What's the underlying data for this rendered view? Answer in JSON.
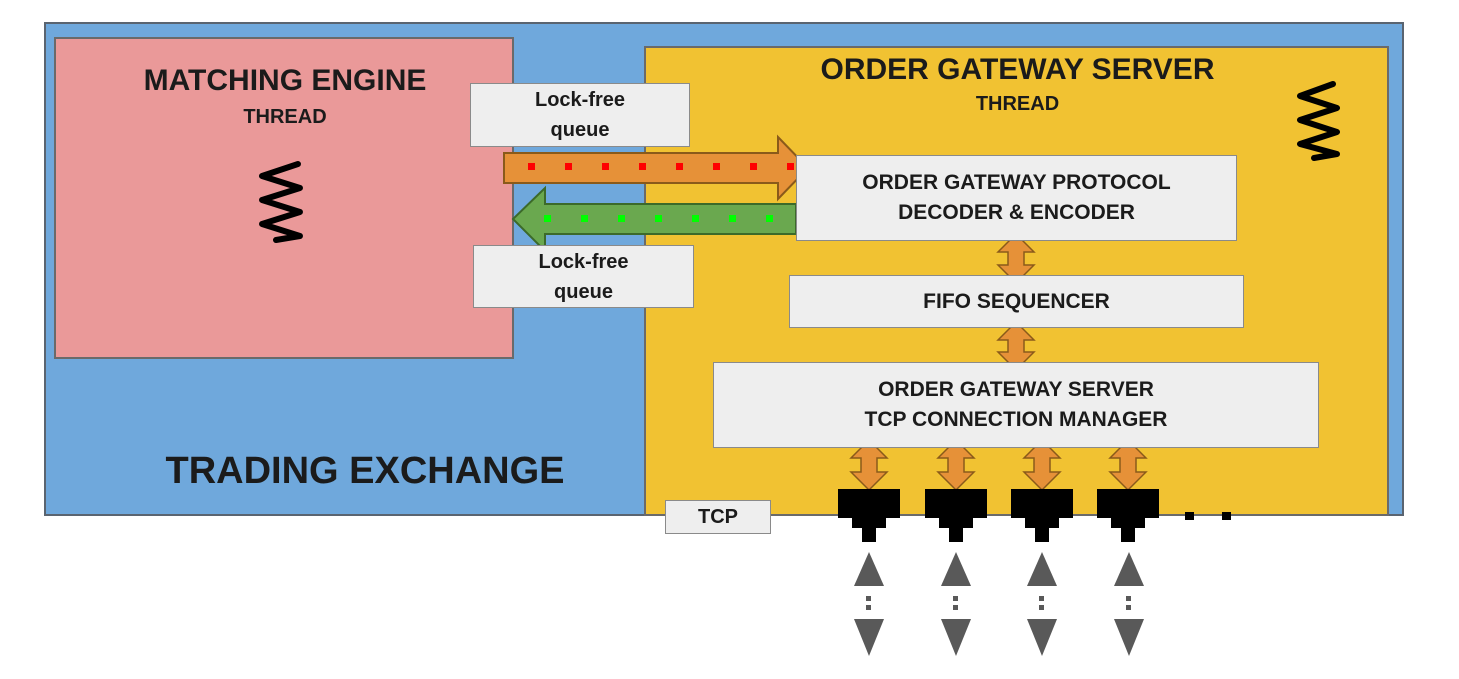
{
  "exchange": {
    "label": "TRADING EXCHANGE",
    "color": "#6fa8dc"
  },
  "matching_engine": {
    "title": "MATCHING ENGINE",
    "subtitle": "THREAD",
    "color": "#ea9999"
  },
  "gateway": {
    "title": "ORDER GATEWAY SERVER",
    "subtitle": "THREAD",
    "color": "#f1c232"
  },
  "queues": {
    "top": "Lock-free\nqueue",
    "bottom": "Lock-free\nqueue",
    "request_arrow_color": "#e69138",
    "response_arrow_color": "#6aa84f"
  },
  "components": {
    "protocol": "ORDER GATEWAY PROTOCOL\nDECODER & ENCODER",
    "sequencer": "FIFO SEQUENCER",
    "tcp_manager": "ORDER GATEWAY SERVER\nTCP CONNECTION MANAGER"
  },
  "tcp_label": "TCP",
  "icons": {
    "thread": "coil-spring-icon",
    "socket": "network-socket-icon",
    "ellipsis": "ellipsis-icon"
  }
}
